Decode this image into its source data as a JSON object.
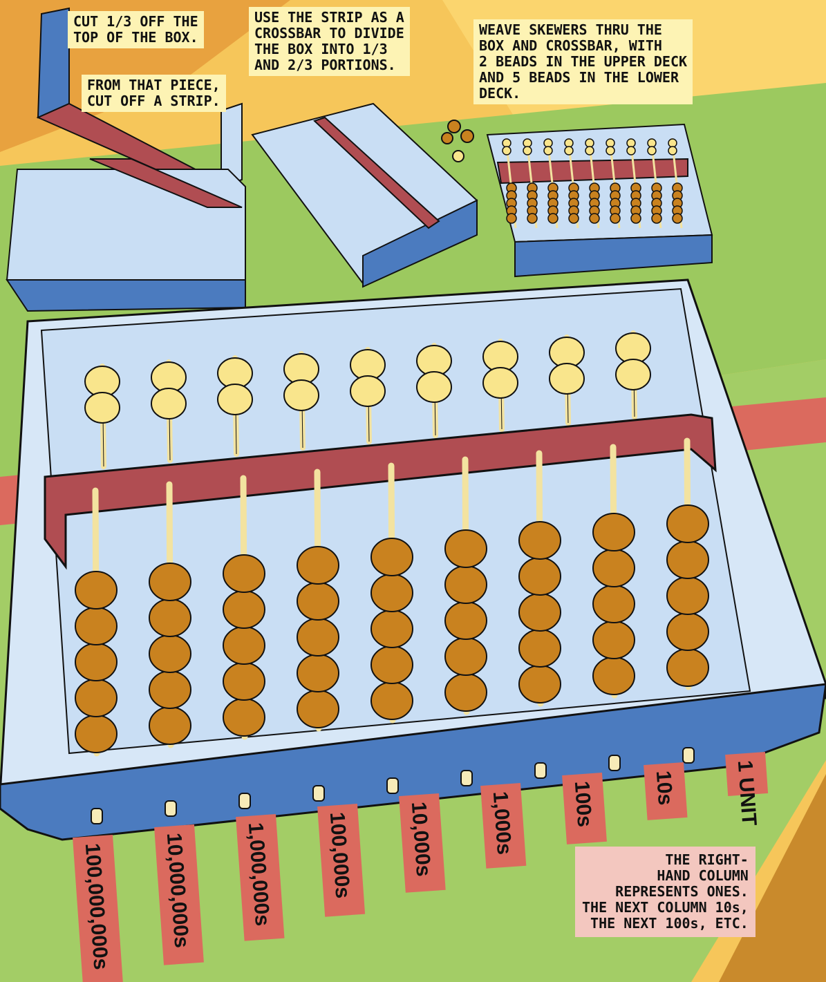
{
  "captions": {
    "cut_top": "CUT 1/3 OFF THE\nTOP OF THE BOX.",
    "cut_strip": "FROM THAT PIECE,\nCUT OFF A STRIP.",
    "crossbar": "USE THE STRIP AS A\nCROSSBAR TO DIVIDE\nTHE BOX INTO 1/3\nAND 2/3 PORTIONS.",
    "weave": "WEAVE SKEWERS THRU THE\nBOX AND CROSSBAR, WITH\n2 BEADS IN THE UPPER DECK\nAND 5 BEADS IN THE LOWER\nDECK.",
    "explain": "THE RIGHT-\nHAND COLUMN\nREPRESENTS ONES.\nTHE NEXT COLUMN 10s,\nTHE NEXT 100s, ETC."
  },
  "column_labels": [
    "100,000,000s",
    "10,000,000s",
    "1,000,000s",
    "100,000s",
    "10,000s",
    "1,000s",
    "100s",
    "10s",
    "1 UNIT"
  ],
  "abacus": {
    "rods": 9,
    "upper_beads": 2,
    "lower_beads": 5
  },
  "colors": {
    "background": "#f6c65a",
    "green_ground": "#9cc95f",
    "box_blue": "#4b7bbf",
    "box_inner": "#c9def4",
    "crossbar": "#b04d52",
    "upper_bead": "#f9e58c",
    "lower_bead": "#c9821f",
    "label_strip": "#db6a5e"
  }
}
